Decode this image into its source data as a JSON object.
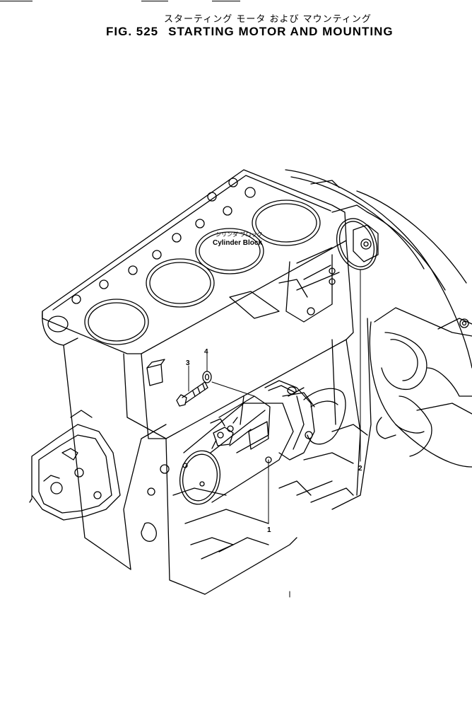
{
  "title": {
    "japanese": "スターティング モータ および マウンティング",
    "fig_label": "FIG. 525",
    "english": "STARTING MOTOR AND MOUNTING"
  },
  "callouts": {
    "cylinder_block_jp": "シリンダ ブロック",
    "cylinder_block_en": "Cylinder Block"
  },
  "parts": [
    {
      "number": "1"
    },
    {
      "number": "2"
    },
    {
      "number": "3"
    },
    {
      "number": "4"
    }
  ],
  "colors": {
    "ink": "#000000",
    "paper": "#ffffff"
  }
}
